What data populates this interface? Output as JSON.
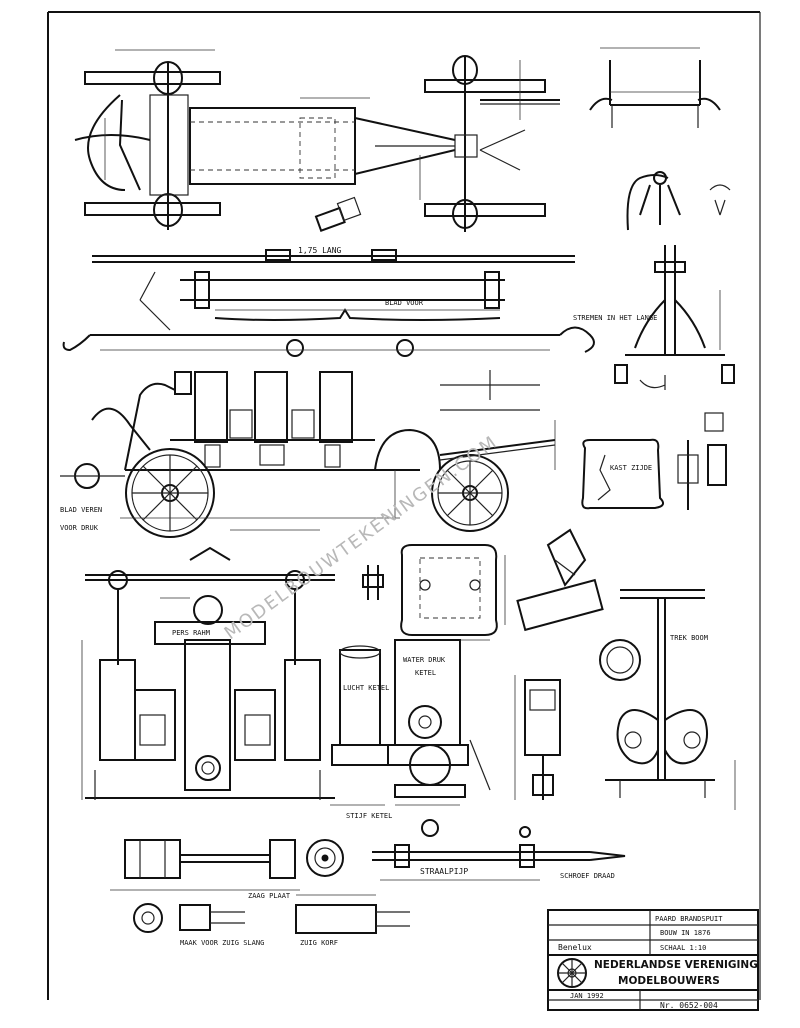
{
  "labels": {
    "lengte_top": "1,75 LANG",
    "stramien": "STREMEN IN HET LANGE",
    "groot_langs_chassis": "BLAD VOOR",
    "water_drum": "WATER DRUK",
    "ketel": "KETEL",
    "lucht_ketel": "LUCHT KETEL",
    "stijf_ketel": "STIJF KETEL",
    "straalpijp": "STRAALPIJP",
    "schroef_draad": "SCHROEF DRAAD",
    "kast_zijde": "KAST ZIJDE",
    "trek_boom": "TREK BOOM",
    "zaag_plaat": "ZAAG PLAAT",
    "zuig_korf": "ZUIG KORF",
    "naar_voor_zuig_slang": "MAAK VOOR ZUIG SLANG",
    "blad_veren": "BLAD VEREN",
    "voor_druk": "VOOR DRUK",
    "pomp_cilinder": "PERS RAHM"
  },
  "watermark": "MODELBOUWTEKENINGEN.COM",
  "title_block": {
    "subject": "PAARD BRANDSPUIT",
    "subject_line2": "BOUW IN 1876",
    "subject_line3": "SCHAAL 1:10",
    "drawn_by": "Benelux",
    "association_line1": "NEDERLANDSE VERENIGING",
    "association_line2": "MODELBOUWERS",
    "date": "JAN 1992",
    "number": "Nr. 0652-004"
  },
  "colors": {
    "ink": "#111111",
    "paper": "#ffffff",
    "watermark": "#b8b8b8"
  }
}
